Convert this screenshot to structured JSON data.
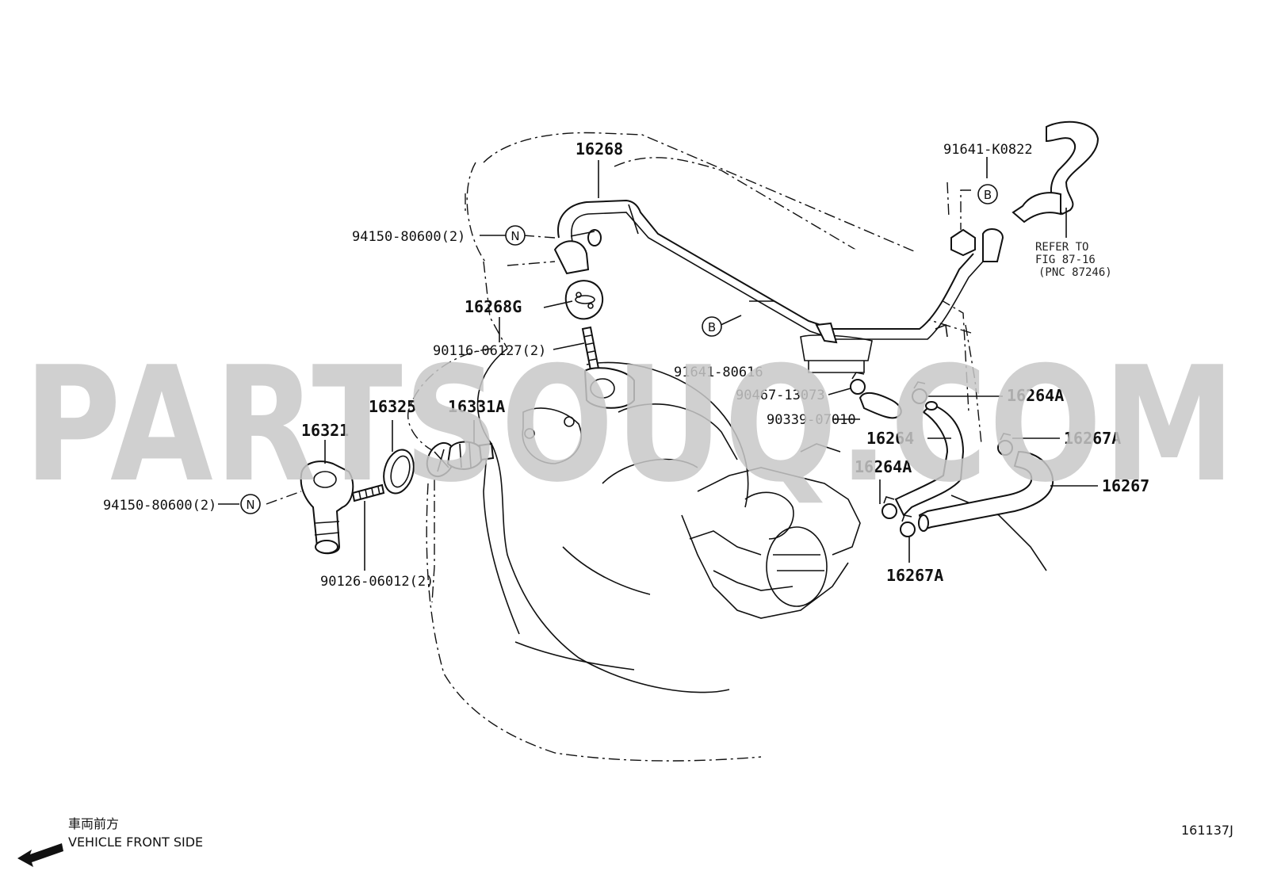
{
  "watermark": "PARTSOUQ.COM",
  "callouts": {
    "c16268": "16268",
    "c94150_top": "94150-80600(2)",
    "c16268G": "16268G",
    "c90116": "90116-06127(2)",
    "c91641_80616": "91641-80616",
    "c91641_K0822": "91641-K0822",
    "c90467": "90467-13073",
    "c90339": "90339-07010",
    "c16264A_top": "16264A",
    "c16264": "16264",
    "c16267A_right": "16267A",
    "c16264A_mid": "16264A",
    "c16267": "16267",
    "c16267A_bottom": "16267A",
    "c16325": "16325",
    "c16331A": "16331A",
    "c16321": "16321",
    "c94150_left": "94150-80600(2)",
    "c90126": "90126-06012(2)"
  },
  "refer_note": {
    "line1": "REFER TO",
    "line2": "FIG 87-16",
    "line3": "(PNC 87246)"
  },
  "symbols": {
    "n_top": "N",
    "n_left": "N",
    "b_top": "B",
    "b_mid": "B"
  },
  "footer": {
    "jp_label": "車両前方",
    "en_label": "VEHICLE FRONT SIDE"
  },
  "figure_id": "161137J"
}
